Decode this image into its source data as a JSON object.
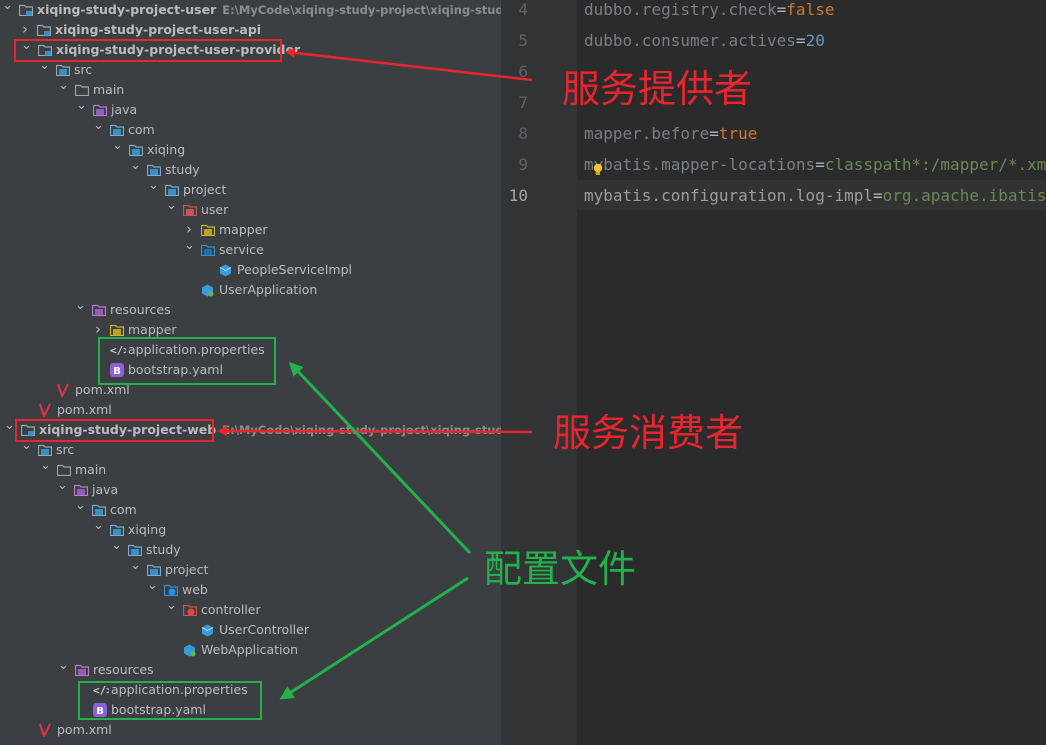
{
  "tree": {
    "rows": [
      {
        "label": "xiqing-study-project-user",
        "bold": true,
        "arrow": "down",
        "icon": "module-folder-icon",
        "path": "E:\\MyCode\\xiqing-study-project\\xiqing-study-project-user"
      },
      {
        "label": "xiqing-study-project-user-api",
        "bold": true,
        "arrow": "right",
        "icon": "module-folder-icon"
      },
      {
        "label": "xiqing-study-project-user-provider",
        "bold": true,
        "arrow": "down",
        "icon": "module-folder-icon"
      },
      {
        "label": "src",
        "arrow": "down",
        "icon": "source-root-icon"
      },
      {
        "label": "main",
        "arrow": "down",
        "icon": "folder-icon"
      },
      {
        "label": "java",
        "arrow": "down",
        "icon": "java-source-folder-icon"
      },
      {
        "label": "com",
        "arrow": "down",
        "icon": "package-icon"
      },
      {
        "label": "xiqing",
        "arrow": "down",
        "icon": "package-icon"
      },
      {
        "label": "study",
        "arrow": "down",
        "icon": "package-icon"
      },
      {
        "label": "project",
        "arrow": "down",
        "icon": "package-icon"
      },
      {
        "label": "user",
        "arrow": "down",
        "icon": "user-package-icon"
      },
      {
        "label": "mapper",
        "arrow": "right",
        "icon": "mapper-package-icon"
      },
      {
        "label": "service",
        "arrow": "down",
        "icon": "service-package-icon"
      },
      {
        "label": "PeopleServiceImpl",
        "icon": "class-icon"
      },
      {
        "label": "UserApplication",
        "icon": "spring-class-icon"
      },
      {
        "label": "resources",
        "arrow": "down",
        "icon": "resources-folder-icon"
      },
      {
        "label": "mapper",
        "arrow": "right",
        "icon": "mapper-folder-icon"
      },
      {
        "label": "application.properties",
        "icon": "properties-file-icon"
      },
      {
        "label": "bootstrap.yaml",
        "icon": "yaml-file-icon"
      },
      {
        "label": "pom.xml",
        "icon": "maven-icon"
      },
      {
        "label": "pom.xml",
        "icon": "maven-icon"
      },
      {
        "label": "xiqing-study-project-web",
        "bold": true,
        "arrow": "down",
        "icon": "module-folder-icon",
        "path": "E:\\MyCode\\xiqing-study-project\\xiqing-study-project-web"
      },
      {
        "label": "src",
        "arrow": "down",
        "icon": "source-root-icon"
      },
      {
        "label": "main",
        "arrow": "down",
        "icon": "folder-icon"
      },
      {
        "label": "java",
        "arrow": "down",
        "icon": "java-source-folder-icon"
      },
      {
        "label": "com",
        "arrow": "down",
        "icon": "package-icon"
      },
      {
        "label": "xiqing",
        "arrow": "down",
        "icon": "package-icon"
      },
      {
        "label": "study",
        "arrow": "down",
        "icon": "package-icon"
      },
      {
        "label": "project",
        "arrow": "down",
        "icon": "package-icon"
      },
      {
        "label": "web",
        "arrow": "down",
        "icon": "web-package-icon"
      },
      {
        "label": "controller",
        "arrow": "down",
        "icon": "controller-package-icon"
      },
      {
        "label": "UserController",
        "icon": "class-icon"
      },
      {
        "label": "WebApplication",
        "icon": "spring-class-icon"
      },
      {
        "label": "resources",
        "arrow": "down",
        "icon": "resources-folder-icon"
      },
      {
        "label": "application.properties",
        "icon": "properties-file-icon"
      },
      {
        "label": "bootstrap.yaml",
        "icon": "yaml-file-icon"
      },
      {
        "label": "pom.xml",
        "icon": "maven-icon"
      }
    ]
  },
  "editor": {
    "lines": [
      {
        "num": "4",
        "key": "dubbo.registry.check",
        "eq": "=",
        "val": "false",
        "val_kind": "keyword"
      },
      {
        "num": "5",
        "key": "dubbo.consumer.actives",
        "eq": "=",
        "val": "20",
        "val_kind": "number"
      },
      {
        "num": "6",
        "key": "",
        "eq": "",
        "val": ""
      },
      {
        "num": "7",
        "key": "",
        "eq": "",
        "val": ""
      },
      {
        "num": "8",
        "key": "mapper.before",
        "eq": "=",
        "val": "true",
        "val_kind": "keyword"
      },
      {
        "num": "9",
        "key": "mybatis.mapper-locations",
        "eq": "=",
        "val": "classpath*:/mapper/*.xml",
        "val_kind": "text"
      },
      {
        "num": "10",
        "key": "mybatis.configuration.log-impl",
        "eq": "=",
        "val": "org.apache.ibatis.logging.stdout.StdOutImpl",
        "val_kind": "text",
        "current": true
      }
    ]
  },
  "annotations": {
    "provider_label": "服务提供者",
    "consumer_label": "服务消费者",
    "config_label": "配置文件"
  },
  "colors": {
    "red": "#e8252e",
    "green": "#22b14c",
    "tree_bg": "#3c3f41",
    "editor_bg": "#2b2b2b"
  }
}
